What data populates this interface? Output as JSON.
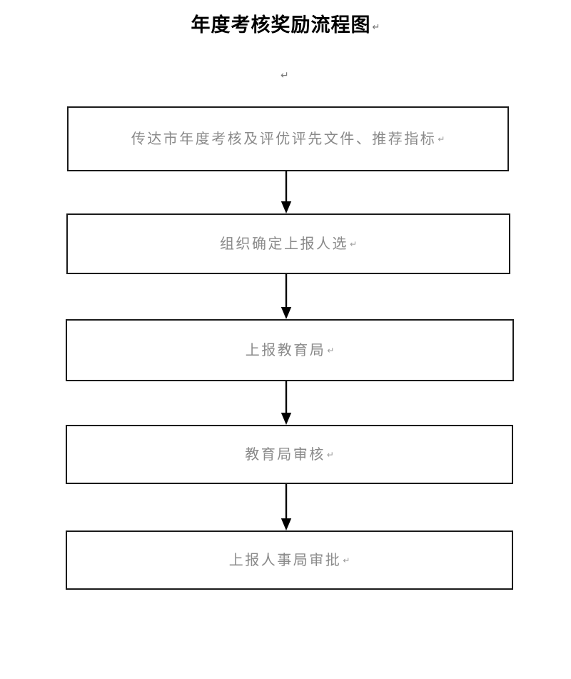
{
  "document": {
    "title": "年度考核奖励流程图",
    "title_paragraph_mark": "↵",
    "lone_paragraph_mark": "↵",
    "colors": {
      "box_border": "#1a1a1a",
      "box_fill": "#ffffff",
      "box_text": "#8a8a8a",
      "title_text": "#000000",
      "arrow": "#000000",
      "page_background": "#ffffff"
    }
  },
  "flowchart": {
    "type": "vertical-linear-flow",
    "steps": [
      {
        "id": "step-1",
        "label": "传达市年度考核及评优评先文件、推荐指标",
        "paragraph_mark": "↵"
      },
      {
        "id": "step-2",
        "label": "组织确定上报人选",
        "paragraph_mark": "↵"
      },
      {
        "id": "step-3",
        "label": "上报教育局",
        "paragraph_mark": "↵"
      },
      {
        "id": "step-4",
        "label": "教育局审核",
        "paragraph_mark": "↵"
      },
      {
        "id": "step-5",
        "label": "上报人事局审批",
        "paragraph_mark": "↵"
      }
    ],
    "connectors": [
      {
        "id": "arrow-1",
        "from": "step-1",
        "to": "step-2",
        "style": "solid-down-arrow"
      },
      {
        "id": "arrow-2",
        "from": "step-2",
        "to": "step-3",
        "style": "solid-down-arrow"
      },
      {
        "id": "arrow-3",
        "from": "step-3",
        "to": "step-4",
        "style": "solid-down-arrow"
      },
      {
        "id": "arrow-4",
        "from": "step-4",
        "to": "step-5",
        "style": "solid-down-arrow"
      }
    ]
  }
}
